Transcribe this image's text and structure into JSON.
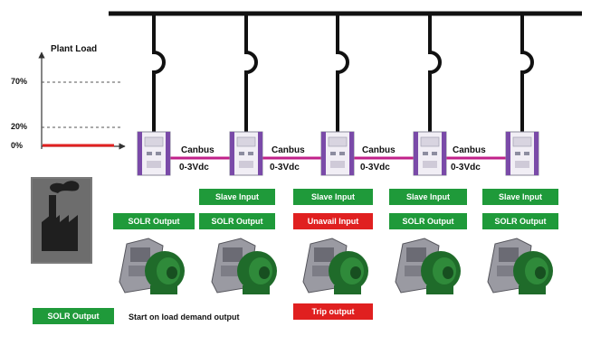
{
  "chart": {
    "title": "Plant  Load",
    "ticks": [
      "70%",
      "20%",
      "0%"
    ]
  },
  "links": [
    {
      "top": "Canbus",
      "bottom": "0-3Vdc"
    },
    {
      "top": "Canbus",
      "bottom": "0-3Vdc"
    },
    {
      "top": "Canbus",
      "bottom": "0-3Vdc"
    },
    {
      "top": "Canbus",
      "bottom": "0-3Vdc"
    }
  ],
  "units": [
    {
      "slave": "",
      "output": "SOLR Output",
      "output_color": "green"
    },
    {
      "slave": "Slave Input",
      "output": "SOLR Output",
      "output_color": "green"
    },
    {
      "slave": "Slave Input",
      "output": "Unavail Input",
      "output_color": "red",
      "trip": "Trip output"
    },
    {
      "slave": "Slave Input",
      "output": "SOLR Output",
      "output_color": "green"
    },
    {
      "slave": "Slave Input",
      "output": "SOLR Output",
      "output_color": "green"
    }
  ],
  "legend": {
    "badge": "SOLR Output",
    "text": "Start on load demand output"
  },
  "colors": {
    "green": "#1f9a3a",
    "red": "#e02020",
    "canbus_line": "#c0208a",
    "busbar": "#111111",
    "load_line": "#e02020"
  },
  "icons": [
    "factory-icon",
    "controller-module-icon",
    "generator-set-icon",
    "breaker-icon"
  ]
}
